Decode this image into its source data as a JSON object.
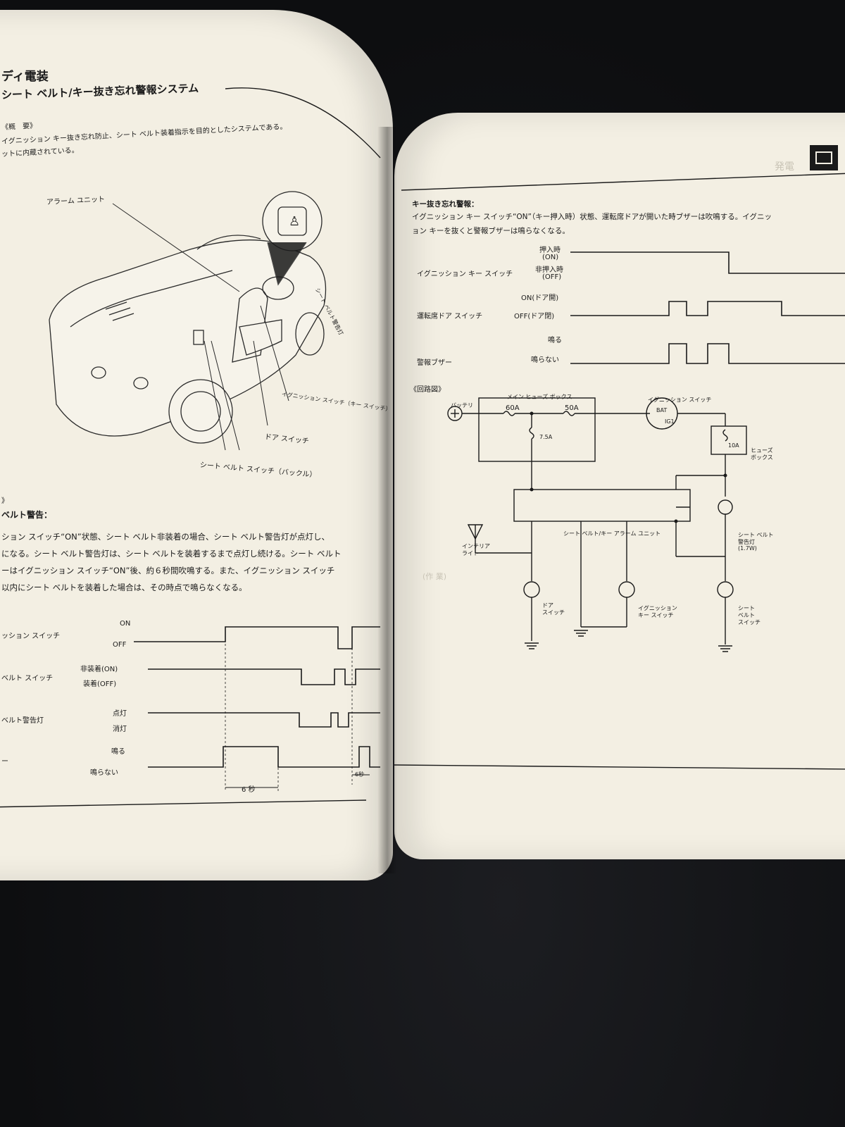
{
  "left_page": {
    "section_title": "ディ電装",
    "subtitle": "シート ベルト/キー抜き忘れ警報システム",
    "overview_heading": "《概　要》",
    "overview_line1": "イグニッション キー抜き忘れ防止、シート ベルト装着指示を目的としたシステムである。",
    "overview_line2": "ットに内蔵されている。",
    "callouts": {
      "alarm_unit": "アラーム ユニット",
      "seatbelt_lamp": "シート ベルト警告灯",
      "ignition_switch": "イグニッション スイッチ（キー スイッチ）",
      "door_switch": "ドア スイッチ",
      "seatbelt_switch": "シート ベルト スイッチ（バックル）"
    },
    "section_marker": "》",
    "belt_warning_heading": "ベルト警告：",
    "para_line1": "ション スイッチ“ON”状態、シート ベルト非装着の場合、シート ベルト警告灯が点灯し、",
    "para_line2": "になる。シート ベルト警告灯は、シート ベルトを装着するまで点灯し続ける。シート ベルト",
    "para_line3": "ーはイグニッション スイッチ“ON”後、約６秒間吹鳴する。また、イグニッション スイッチ",
    "para_line4": "以内にシート ベルトを装着した場合は、その時点で鳴らなくなる。",
    "timing_rows": [
      {
        "name": "ッション スイッチ",
        "high": "ON",
        "low": "OFF"
      },
      {
        "name": "ベルト スイッチ",
        "high": "非装着(ON)",
        "low": "装着(OFF)"
      },
      {
        "name": "ベルト警告灯",
        "high": "点灯",
        "low": "消灯"
      },
      {
        "name": "ー",
        "high": "鳴る",
        "low": "鳴らない"
      }
    ],
    "duration_label": "6 秒",
    "duration_label2": "6秒"
  },
  "right_page": {
    "key_warning_heading": "キー抜き忘れ警報：",
    "key_line1": "イグニッション キー スイッチ“ON”（キー押入時）状態、運転席ドアが開いた時ブザーは吹鳴する。イグニッ",
    "key_line2": "ョン キーを抜くと警報ブザーは鳴らなくなる。",
    "timing_rows": [
      {
        "name": "イグニッション キー スイッチ",
        "high": "押入時\n(ON)",
        "high1": "押入時",
        "high2": "(ON)",
        "low1": "非押入時",
        "low2": "(OFF)"
      },
      {
        "name": "運転席ドア スイッチ",
        "high1": "ON(ドア開)",
        "low1": "OFF(ドア閉)"
      },
      {
        "name": "警報ブザー",
        "high1": "鳴る",
        "low1": "鳴らない"
      }
    ],
    "circuit_heading": "《回路図》",
    "circuit": {
      "battery": "バッテリ",
      "main_fuse_box": "メイン ヒューズ ボックス",
      "fuse_60a": "60A",
      "fuse_50a": "50A",
      "fuse_75a": "7.5A",
      "ignition_switch": "イグニッション スイッチ",
      "bat": "BAT",
      "ig1": "IG1",
      "fuse_10a": "10A",
      "fuse_box": "ヒューズ",
      "fuse_box2": "ボックス",
      "alarm_unit": "シート ベルト/キー アラーム ユニット",
      "interior_light1": "インテリア",
      "interior_light2": "ライト",
      "seatbelt_lamp1": "シート ベルト",
      "seatbelt_lamp2": "警告灯",
      "seatbelt_lamp3": "(1.7W)",
      "door_switch1": "ドア",
      "door_switch2": "スイッチ",
      "key_switch1": "イグニッション",
      "key_switch2": "キー スイッチ",
      "belt_switch1": "シート",
      "belt_switch2": "ベルト",
      "belt_switch3": "スイッチ"
    },
    "corner_tab": "発電",
    "note_label": "(作 業)"
  },
  "colors": {
    "paper": "#f3efe3",
    "ink": "#1a1a1a",
    "background": "#111214"
  }
}
